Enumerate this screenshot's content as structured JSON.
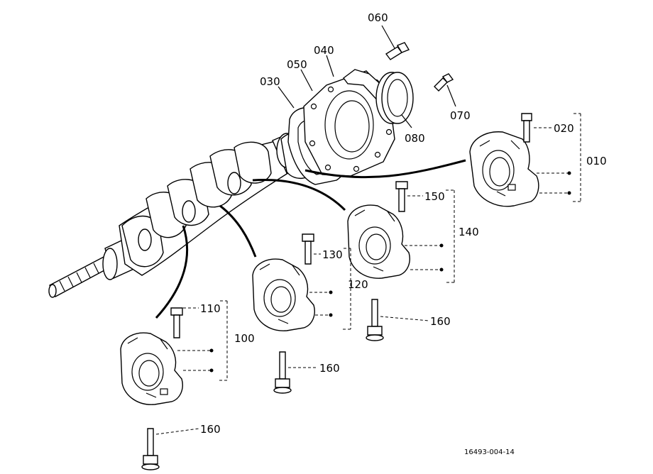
{
  "labels": {
    "p010": "010",
    "p020": "020",
    "p030": "030",
    "p040": "040",
    "p050": "050",
    "p060": "060",
    "p070": "070",
    "p080": "080",
    "p100": "100",
    "p110": "110",
    "p120": "120",
    "p130": "130",
    "p140": "140",
    "p150": "150",
    "p160a": "160",
    "p160b": "160",
    "p160c": "160"
  },
  "figure_ref": "16493-004-14"
}
